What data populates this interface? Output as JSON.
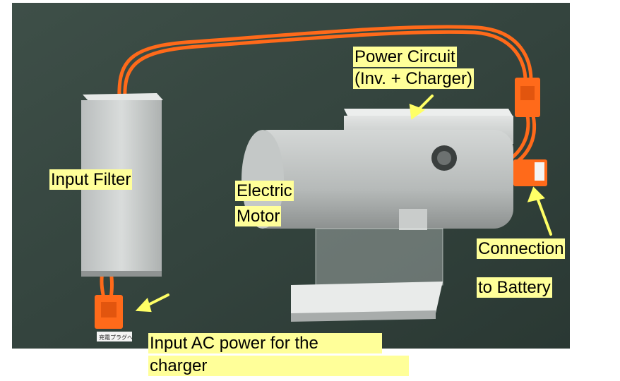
{
  "labels": {
    "power_circuit_line1": "Power Circuit",
    "power_circuit_line2": "(Inv. + Charger)",
    "input_filter": "Input Filter",
    "electric_motor_line1": "Electric",
    "electric_motor_line2": "Motor",
    "connection_line1": "Connection",
    "connection_line2": "to Battery",
    "input_ac_line1": "Input AC power for the",
    "input_ac_line2": "charger",
    "plug_tag": "充電プラグへ"
  },
  "colors": {
    "highlight": "#ffff99",
    "arrow": "#ffff66",
    "cable": "#ff6a1a",
    "background": "#33433d"
  }
}
